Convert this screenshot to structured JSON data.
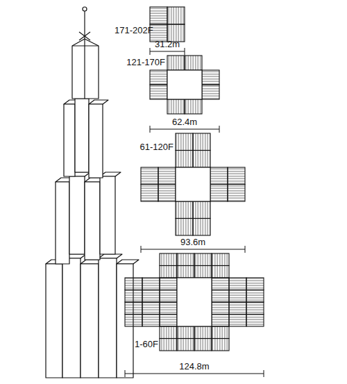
{
  "diagram": {
    "labels": [
      "171-202F",
      "31.2m",
      "121-170F",
      "62.4m",
      "61-120F",
      "93.6m",
      "1-60F",
      "124.8m"
    ]
  }
}
